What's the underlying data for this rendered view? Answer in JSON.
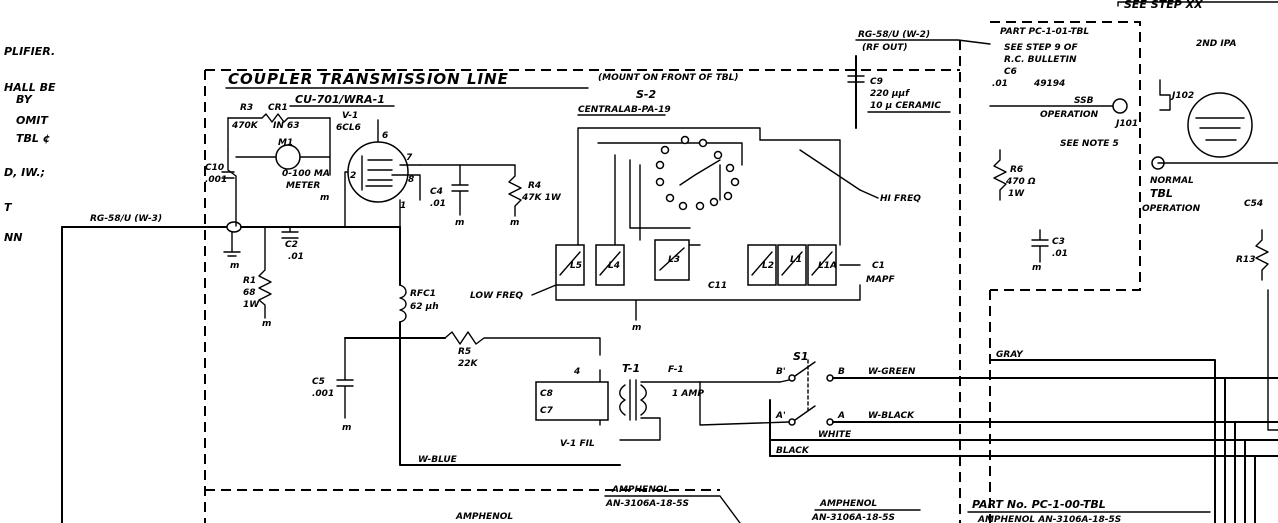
{
  "left_margin_text": [
    "PLIFIER.",
    "HALL BE",
    "BY",
    "OMIT",
    "TBL ¢",
    "D, IW.;",
    "T",
    "NN"
  ],
  "top_right_text": "SEE STEP XX",
  "coupler_title": "COUPLER TRANSMISSION LINE",
  "mount_note": "(MOUNT ON FRONT OF TBL)",
  "coupler_part": "CU-701/WRA-1",
  "input_cable": "RG-58/U (W-3)",
  "rf_out_cable": [
    "RG-58/U (W-2)",
    "(RF OUT)"
  ],
  "switch_label": [
    "S-2",
    "CENTRALAB-PA-19"
  ],
  "hi_freq": "HI FREQ",
  "low_freq": "LOW FREQ",
  "components": {
    "r3": [
      "R3",
      "470K"
    ],
    "cr1": [
      "CR1",
      "IN 63"
    ],
    "v1": [
      "V-1",
      "6CL6"
    ],
    "m1": [
      "M1",
      "0-100 MA",
      "METER"
    ],
    "c10": [
      "C10",
      ".001"
    ],
    "c4": [
      "C4",
      ".01"
    ],
    "r4": [
      "R4",
      "47K 1W"
    ],
    "c2": [
      "C2",
      ".01"
    ],
    "r1": [
      "R1",
      "68",
      "1W"
    ],
    "rfc1": [
      "RFC1",
      "62 µh"
    ],
    "r5": [
      "R5",
      "22K"
    ],
    "c5": [
      "C5",
      ".001"
    ],
    "t1": "T-1",
    "f1": [
      "F-1",
      "1 AMP"
    ],
    "s1": "S1",
    "c8": [
      "C8",
      "C7"
    ],
    "fil": "V-1 FIL",
    "c9": [
      "C9",
      "220 µµf",
      "10 µ CERAMIC"
    ],
    "c1": [
      "C1",
      "MAPF"
    ],
    "l5": "L5",
    "l4": "L4",
    "l3": "L3",
    "l2": "L2",
    "l1": "L1",
    "l1a": "L1A",
    "c11": "C11"
  },
  "switch_terminals": {
    "a": "A",
    "b": "B",
    "a_prime": "A'",
    "b_prime": "B'"
  },
  "wire_colors": {
    "green": "W-GREEN",
    "black_w": "W-BLACK",
    "white": "WHITE",
    "black": "BLACK",
    "blue": "W-BLUE",
    "gray": "GRAY"
  },
  "part_box": {
    "title": "PART PC-1-01-TBL",
    "note": [
      "SEE STEP 9 OF",
      "R.C. BULLETIN",
      "49194"
    ],
    "c6": [
      "C6",
      ".01"
    ],
    "j101": "J101",
    "ssb": [
      "SSB",
      "OPERATION"
    ],
    "see_note": "SEE NOTE 5",
    "r6": [
      "R6",
      "470 Ω",
      "1W"
    ],
    "c3": [
      "C3",
      ".01"
    ],
    "normal": [
      "NORMAL",
      "TBL",
      "OPERATION"
    ]
  },
  "right_side": {
    "ipa": "2ND IPA",
    "j102": "J102",
    "c54": "C54",
    "r13": "R13"
  },
  "bottom_part": "PART No. PC-1-00-TBL",
  "bottom_part_sub": "AMPHENOL AN-3106A-18-5S",
  "amphenol_1": [
    "AMPHENOL",
    "AN-3106A-18-5S"
  ],
  "amphenol_2": [
    "AMPHENOL",
    "AN-3106A-18-5S"
  ],
  "amphenol_3": "AMPHENOL"
}
